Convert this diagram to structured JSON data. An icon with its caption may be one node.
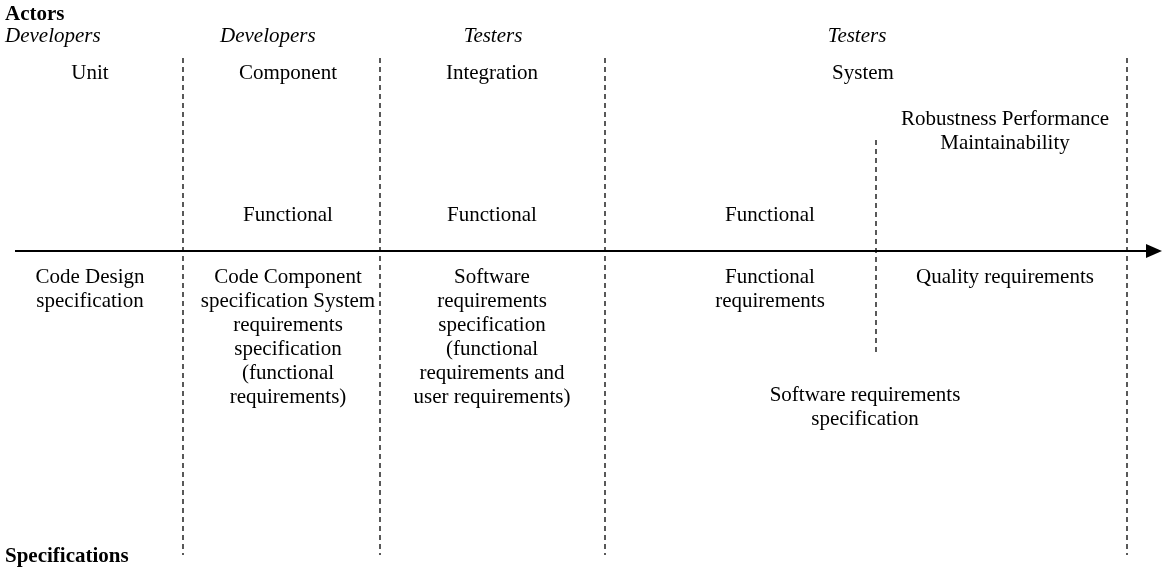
{
  "diagram": {
    "labels": [
      "Actors",
      "Developers",
      "Developers",
      "Testers",
      "Testers",
      "Unit",
      "Component",
      "Integration",
      "System",
      "Robustness Performance Maintainability",
      "Functional",
      "Functional",
      "Functional",
      "Code Design specification",
      "Code Component specification System requirements specification (functional requirements)",
      "Software requirements specification (functional requirements and user requirements)",
      "Functional requirements",
      "Quality requirements",
      "Software requirements specification",
      "Specifications"
    ]
  }
}
